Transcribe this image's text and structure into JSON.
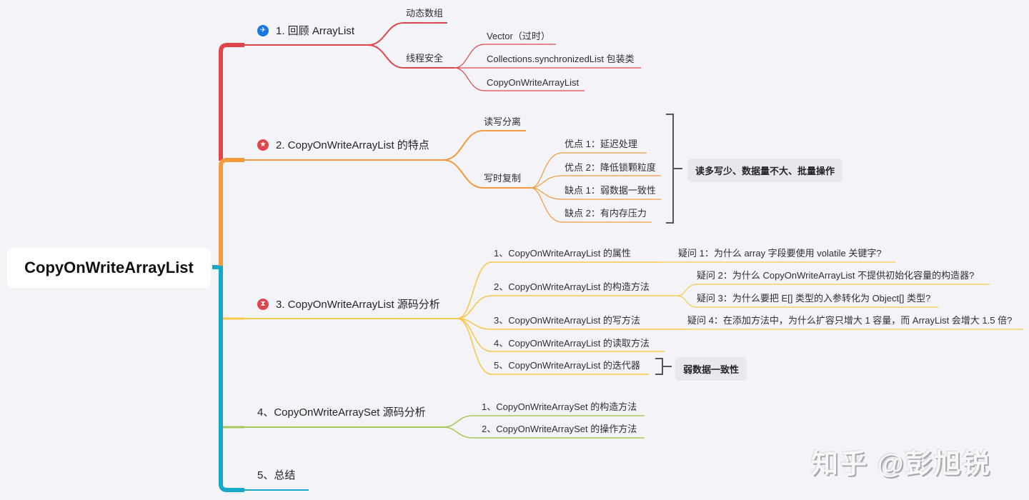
{
  "root": {
    "label": "CopyOnWriteArrayList"
  },
  "colors": {
    "branch1": "#e0454b",
    "branch2": "#f39a3d",
    "branch3": "#f7c948",
    "branch4": "#a6c85a",
    "branch5": "#16a9c9",
    "summary_bg": "#e8e8ec",
    "bracket": "#555555",
    "background": "#f4f4f8"
  },
  "branches": [
    {
      "label": "1. 回顾 ArrayList",
      "icon": "plane-icon",
      "children": [
        {
          "label": "动态数组"
        },
        {
          "label": "线程安全",
          "children": [
            {
              "label": "Vector（过时）"
            },
            {
              "label": "Collections.synchronizedList 包装类"
            },
            {
              "label": "CopyOnWriteArrayList"
            }
          ]
        }
      ]
    },
    {
      "label": "2. CopyOnWriteArrayList 的特点",
      "icon": "star-icon",
      "children": [
        {
          "label": "读写分离"
        },
        {
          "label": "写时复制",
          "children": [
            {
              "label": "优点 1：延迟处理"
            },
            {
              "label": "优点 2：降低锁颗粒度"
            },
            {
              "label": "缺点 1：弱数据一致性"
            },
            {
              "label": "缺点 2：有内存压力"
            }
          ]
        }
      ],
      "summary": "读多写少、数据量不大、批量操作"
    },
    {
      "label": "3. CopyOnWriteArrayList 源码分析",
      "icon": "hourglass-icon",
      "children": [
        {
          "label": "1、CopyOnWriteArrayList 的属性",
          "children": [
            {
              "label": "疑问 1：为什么 array 字段要使用 volatile 关键字?"
            }
          ]
        },
        {
          "label": "2、CopyOnWriteArrayList 的构造方法",
          "children": [
            {
              "label": "疑问 2：为什么 CopyOnWriteArrayList 不提供初始化容量的构造器?"
            },
            {
              "label": "疑问 3：为什么要把 E[] 类型的入参转化为 Object[] 类型?"
            }
          ]
        },
        {
          "label": "3、CopyOnWriteArrayList 的写方法",
          "children": [
            {
              "label": "疑问 4：在添加方法中，为什么扩容只增大 1 容量，而 ArrayList 会增大 1.5 倍?"
            }
          ]
        },
        {
          "label": "4、CopyOnWriteArrayList 的读取方法"
        },
        {
          "label": "5、CopyOnWriteArrayList 的迭代器"
        }
      ],
      "summary": "弱数据一致性"
    },
    {
      "label": "4、CopyOnWriteArraySet 源码分析",
      "children": [
        {
          "label": "1、CopyOnWriteArraySet 的构造方法"
        },
        {
          "label": "2、CopyOnWriteArraySet 的操作方法"
        }
      ]
    },
    {
      "label": "5、总结"
    }
  ],
  "watermark": "知乎 @彭旭锐"
}
